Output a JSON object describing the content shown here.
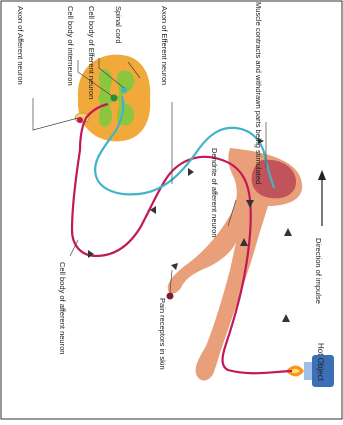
{
  "labels": {
    "axon_afferent": "Axon of Afferent neuron",
    "cell_body_interneuron": "Cell body of interneuron",
    "cell_body_efferent": "Cell body of Efferent neuron",
    "spinal_cord": "Spinal cord",
    "axon_efferent": "Axon of Efferent neuron",
    "muscle_contracts": "Muscle contracts and withdrawn parts being stimulated",
    "dendrite_afferent": "Dendrite of afferent neuron",
    "cell_body_afferent": "Cell body of afferent neuron",
    "pain_receptors": "Pain receptors in skin",
    "direction_of_impulse": "Direction of impulse",
    "hot_object": "Hot Object"
  },
  "colors": {
    "afferent_neuron": "#c2185b",
    "efferent_neuron": "#3fb4c8",
    "spinal_white_matter": "#f2a93b",
    "spinal_grey_matter": "#8cc63f",
    "arm_skin": "#e9a07a",
    "muscle": "#c0545a",
    "flame": "#f7941d",
    "burner": "#3d6fb6"
  }
}
